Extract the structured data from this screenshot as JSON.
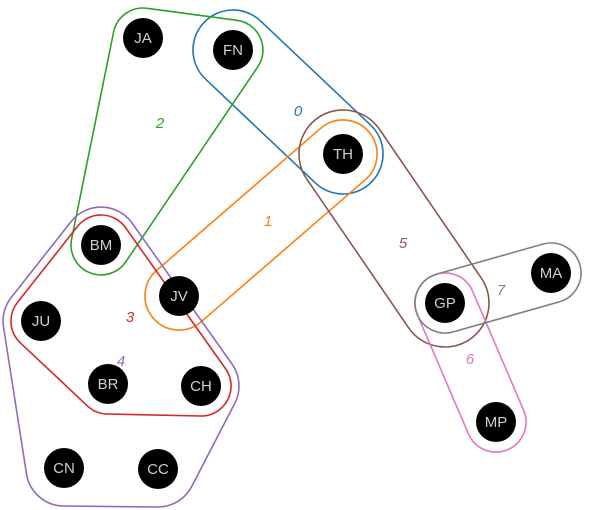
{
  "nodes": [
    {
      "id": "JA",
      "label": "JA"
    },
    {
      "id": "FN",
      "label": "FN"
    },
    {
      "id": "TH",
      "label": "TH"
    },
    {
      "id": "BM",
      "label": "BM"
    },
    {
      "id": "JV",
      "label": "JV"
    },
    {
      "id": "JU",
      "label": "JU"
    },
    {
      "id": "BR",
      "label": "BR"
    },
    {
      "id": "CH",
      "label": "CH"
    },
    {
      "id": "CN",
      "label": "CN"
    },
    {
      "id": "CC",
      "label": "CC"
    },
    {
      "id": "GP",
      "label": "GP"
    },
    {
      "id": "MA",
      "label": "MA"
    },
    {
      "id": "MP",
      "label": "MP"
    }
  ],
  "hyperedges": [
    {
      "id": "0",
      "label": "0",
      "members": [
        "FN",
        "TH"
      ],
      "color": "#1f77b4"
    },
    {
      "id": "1",
      "label": "1",
      "members": [
        "TH",
        "JV"
      ],
      "color": "#ff7f0e"
    },
    {
      "id": "2",
      "label": "2",
      "members": [
        "JA",
        "FN",
        "BM"
      ],
      "color": "#2ca02c"
    },
    {
      "id": "3",
      "label": "3",
      "members": [
        "BM",
        "JU",
        "BR",
        "CH"
      ],
      "color": "#d62728"
    },
    {
      "id": "4",
      "label": "4",
      "members": [
        "BM",
        "JU",
        "BR",
        "CH",
        "CN",
        "CC"
      ],
      "color": "#9467bd"
    },
    {
      "id": "5",
      "label": "5",
      "members": [
        "TH",
        "GP"
      ],
      "color": "#8c564b"
    },
    {
      "id": "6",
      "label": "6",
      "members": [
        "GP",
        "MP"
      ],
      "color": "#e377c2"
    },
    {
      "id": "7",
      "label": "7",
      "members": [
        "GP",
        "MA"
      ],
      "color": "#7f7f7f"
    }
  ],
  "colors": {
    "node_fill": "#000000",
    "node_text": "#cfcfcf",
    "background": "#ffffff"
  }
}
